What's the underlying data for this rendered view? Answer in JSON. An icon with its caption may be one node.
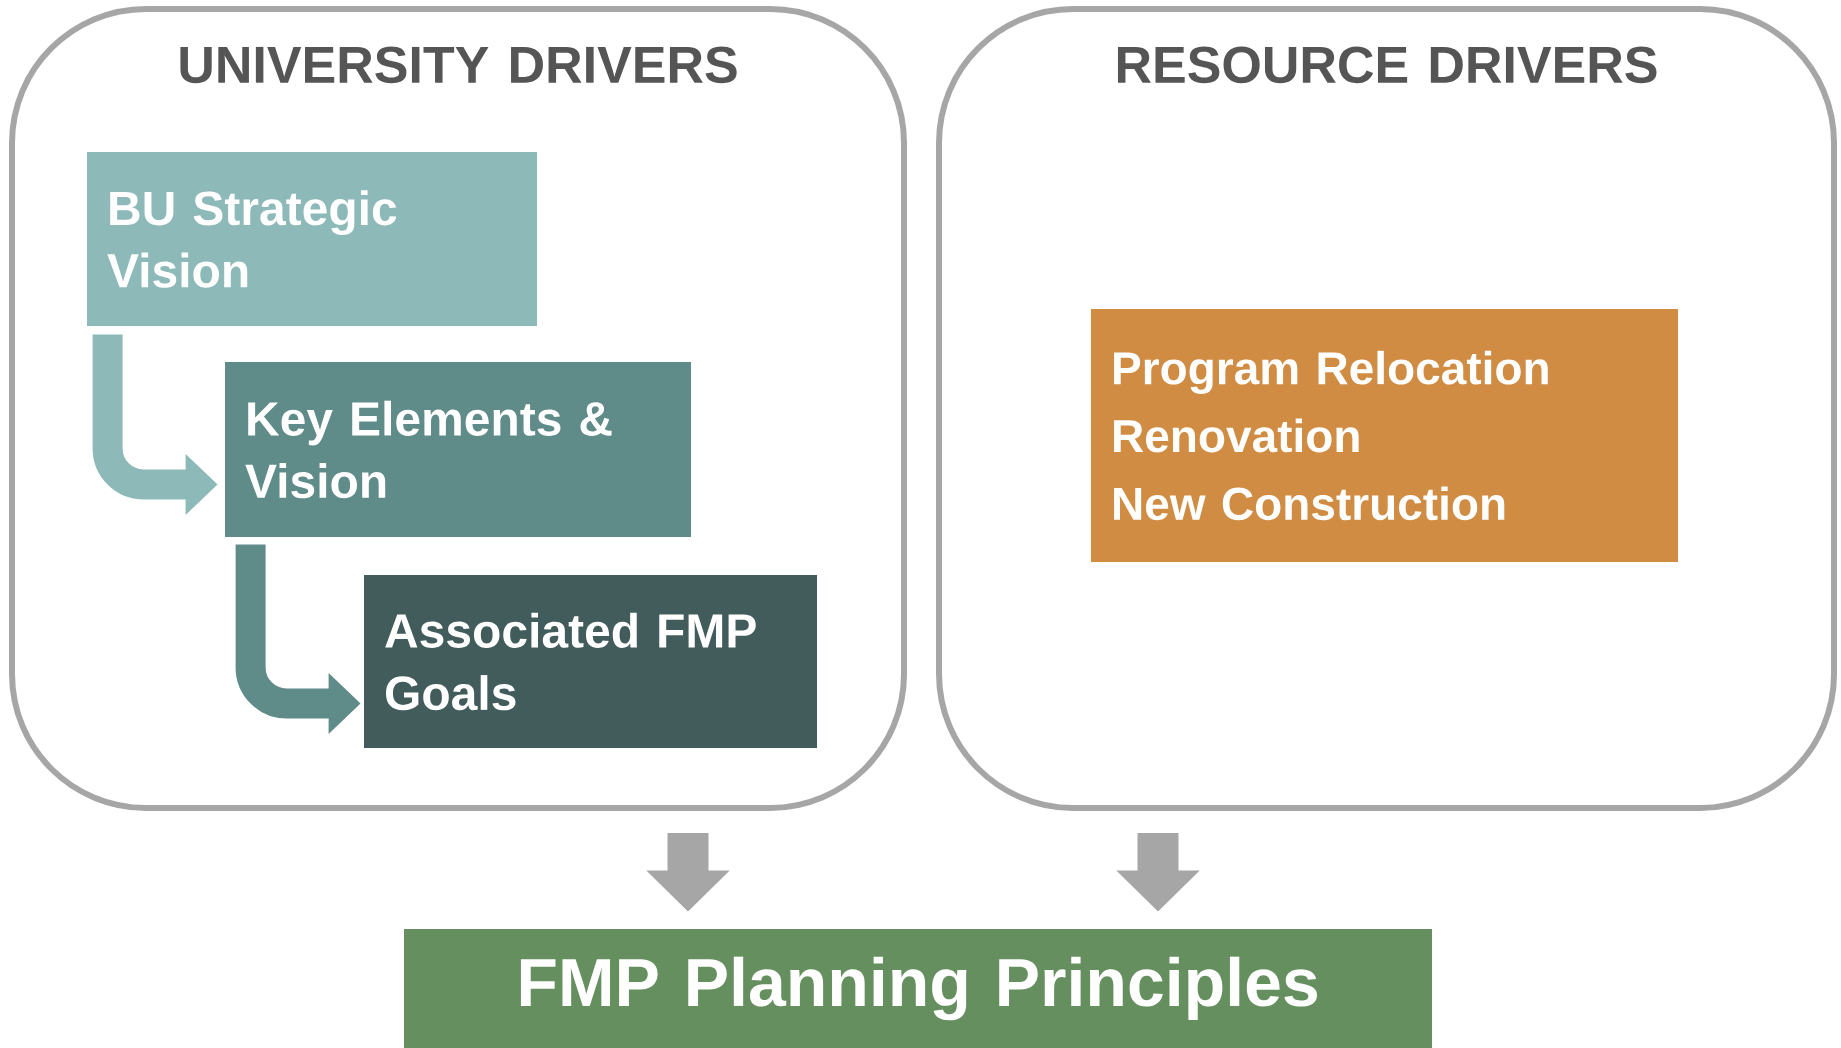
{
  "diagram": {
    "nodes": [
      {
        "text": [
          "UNIVERSITY DRIVERS"
        ]
      },
      {
        "text": [
          "BU Strategic Vision"
        ],
        "in": 0
      },
      {
        "text": [
          "Key Elements & Vision"
        ],
        "in": 0
      },
      {
        "text": [
          "Associated FMP Goals"
        ],
        "in": 0
      },
      {
        "text": [
          "RESOURCE DRIVERS"
        ]
      },
      {
        "text": [
          "Program Relocation",
          "Renovation",
          "New Construction"
        ],
        "in": 4
      },
      {
        "text": [
          "FMP Planning Principles"
        ]
      }
    ],
    "edges": [
      {
        "from": 1,
        "to": 2,
        "arrow": "to",
        "color": "#8db9b8"
      },
      {
        "from": 2,
        "to": 3,
        "arrow": "to",
        "color": "#5f8b88"
      },
      {
        "from": 0,
        "to": 6,
        "arrow": "to",
        "color": "#a6a6a6"
      },
      {
        "from": 4,
        "to": 6,
        "arrow": "to",
        "color": "#a6a6a6"
      }
    ]
  }
}
